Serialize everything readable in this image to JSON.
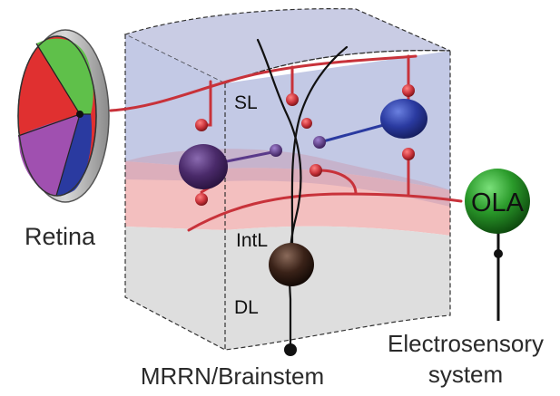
{
  "labels": {
    "retina": "Retina",
    "layer_sl": "SL",
    "layer_intl": "IntL",
    "layer_dl": "DL",
    "ola": "OLA",
    "mrrn": "MRRN/Brainstem",
    "electrosensory_line1": "Electrosensory",
    "electrosensory_line2": "system"
  },
  "colors": {
    "axon_red": "#c8323a",
    "cell_purple": "#4a2a6a",
    "cell_blue": "#2a3a9a",
    "cell_brown": "#3a2218",
    "ola_green": "#2a9a2a",
    "sl_band": "#b9bfe0",
    "intl_band": "#f2b8b8",
    "dl_band": "#dcdcdc",
    "retina_red": "#e03030",
    "retina_green": "#5fc04a",
    "retina_blue": "#2a3aa0",
    "retina_purple": "#a050b0"
  }
}
